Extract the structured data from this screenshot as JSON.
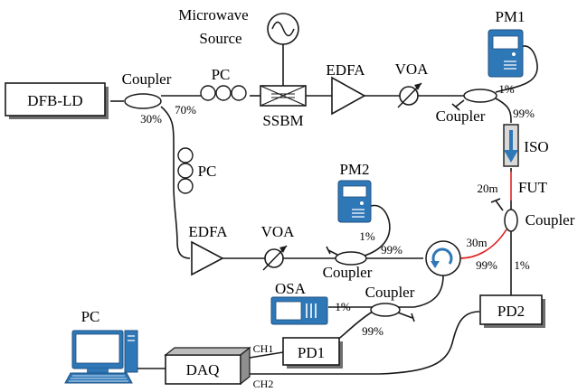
{
  "diagram": {
    "labels": {
      "microwave_source_line1": "Microwave",
      "microwave_source_line2": "Source",
      "pm1": "PM1",
      "pm2": "PM2",
      "dfb_ld": "DFB-LD",
      "coupler_top": "Coupler",
      "pc_top": "PC",
      "pc_vertical": "PC",
      "ssbm": "SSBM",
      "edfa_top": "EDFA",
      "voa_top": "VOA",
      "edfa_bottom": "EDFA",
      "voa_bottom": "VOA",
      "coupler_pm1": "Coupler",
      "coupler_pm2": "Coupler",
      "coupler_right": "Coupler",
      "coupler_osa": "Coupler",
      "iso": "ISO",
      "fut": "FUT",
      "osa": "OSA",
      "pd1": "PD1",
      "pd2": "PD2",
      "daq": "DAQ",
      "pc_computer": "PC",
      "ch1": "CH1",
      "ch2": "CH2"
    },
    "percentages": {
      "coupler_top_30": "30%",
      "coupler_top_70": "70%",
      "pm1_1": "1%",
      "pm1_99": "99%",
      "pm2_1": "1%",
      "pm2_99": "99%",
      "right_99": "99%",
      "right_1": "1%",
      "osa_1": "1%",
      "osa_99": "99%"
    },
    "lengths": {
      "fut_20m": "20m",
      "loop_30m": "30m"
    },
    "colors": {
      "fiber": "#1a1a1a",
      "fut_fiber": "#e02020",
      "instrument_blue": "#2f78b8",
      "iso_arrow": "#2f78b8"
    }
  }
}
